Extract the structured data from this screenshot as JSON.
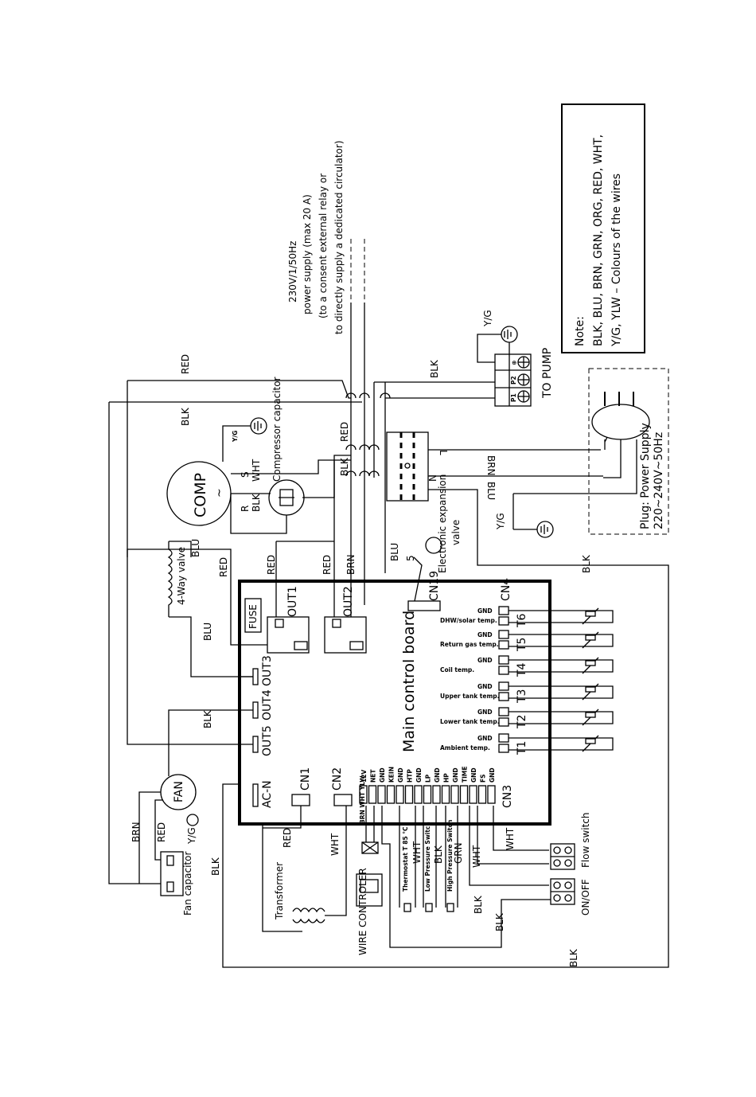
{
  "note": {
    "heading": "Note:",
    "line1": "BLK, BLU, BRN, GRN, ORG, RED, WHT,",
    "line2": "Y/G, YLW – Colours of the wires"
  },
  "power_supply_text": {
    "line1": "230V/1/50Hz",
    "line2": "power supply (max 20 A)",
    "line3": "(to a consent external relay or",
    "line4": "to directly supply a dedicated circulator)"
  },
  "pump": {
    "label": "TO PUMP",
    "p1": "P1",
    "p2": "P2",
    "ground": "⊕"
  },
  "plug": {
    "line1": "Plug: Power Supply",
    "line2": "220~240V~50Hz"
  },
  "compressor": {
    "label": "COMP",
    "symbol": "~",
    "r": "R",
    "s": "S",
    "capacitor": "Compressor capacitor",
    "yg": "Y/G",
    "wht": "WHT",
    "blk": "BLK"
  },
  "four_way_valve": {
    "label": "4-Way valve",
    "wire": "BLU"
  },
  "fan": {
    "label": "FAN",
    "capacitor": "Fan capacitor",
    "yg": "Y/G",
    "brn": "BRN",
    "red": "RED"
  },
  "exp_valve": {
    "line1": "Electronic expansion",
    "line2": "valve",
    "five": "5"
  },
  "board": {
    "title": "Main control board",
    "fuse": "FUSE",
    "out1": "OUT1",
    "out2": "OUT2",
    "out3": "OUT3",
    "out4": "OUT4",
    "out5": "OUT5",
    "acn": "AC-N",
    "cn1": "CN1",
    "cn2": "CN2",
    "cn3": "CN3",
    "cn4": "CN4",
    "cn19": "CN19",
    "sensors": [
      {
        "t": "T6",
        "gnd": "GND",
        "name": "DHW/solar temp."
      },
      {
        "t": "T5",
        "gnd": "GND",
        "name": "Return gas temp."
      },
      {
        "t": "T4",
        "gnd": "GND",
        "name": "Coil temp."
      },
      {
        "t": "T3",
        "gnd": "GND",
        "name": "Upper tank temp."
      },
      {
        "t": "T2",
        "gnd": "GND",
        "name": "Lower tank temp."
      },
      {
        "t": "T1",
        "gnd": "GND",
        "name": "Ambient temp."
      }
    ],
    "cn3_pins": [
      "12V",
      "NET",
      "GND",
      "KEIN",
      "GND",
      "HTP",
      "GND",
      "LP",
      "GND",
      "HP",
      "GND",
      "TIME",
      "GND",
      "FS",
      "GND"
    ]
  },
  "wires": {
    "red": "RED",
    "blk": "BLK",
    "blu": "BLU",
    "brn": "BRN",
    "wht": "WHT",
    "grn": "GRN",
    "yg": "Y/G",
    "l": "L",
    "n": "N"
  },
  "bottom": {
    "transformer": "Transformer",
    "wire_controller": "WIRE CONTROLER",
    "ctrl_pins": "BRN WHT YLW",
    "thermostat": "Thermostat T 85 °C",
    "low_pressure": "Low Pressure Switch",
    "high_pressure": "High Pressure Switch",
    "flow_switch": "Flow switch",
    "on_off": "ON/OFF"
  }
}
